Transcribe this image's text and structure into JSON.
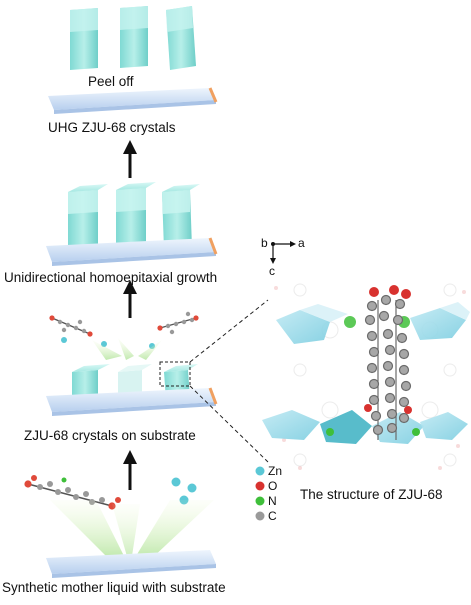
{
  "steps": {
    "peel": "Peel off",
    "uhg": "UHG ZJU-68 crystals",
    "growth": "Unidirectional homoepitaxial growth",
    "on_substrate": "ZJU-68 crystals on substrate",
    "mother_liquid": "Synthetic mother liquid with substrate"
  },
  "structure": {
    "title": "The structure of ZJU-68",
    "axes": {
      "b": "b",
      "a": "a",
      "c": "c"
    }
  },
  "legend": [
    {
      "symbol": "Zn",
      "color": "#5bc8d6"
    },
    {
      "symbol": "O",
      "color": "#d8322f"
    },
    {
      "symbol": "N",
      "color": "#3fbf3a"
    },
    {
      "symbol": "C",
      "color": "#9a9a9a"
    }
  ],
  "colors": {
    "crystal": "#8fe0dc",
    "crystal_dark": "#59c9c3",
    "substrate": "#c9dcf3",
    "substrate_edge": "#f0a060",
    "arrow": "#111111"
  }
}
